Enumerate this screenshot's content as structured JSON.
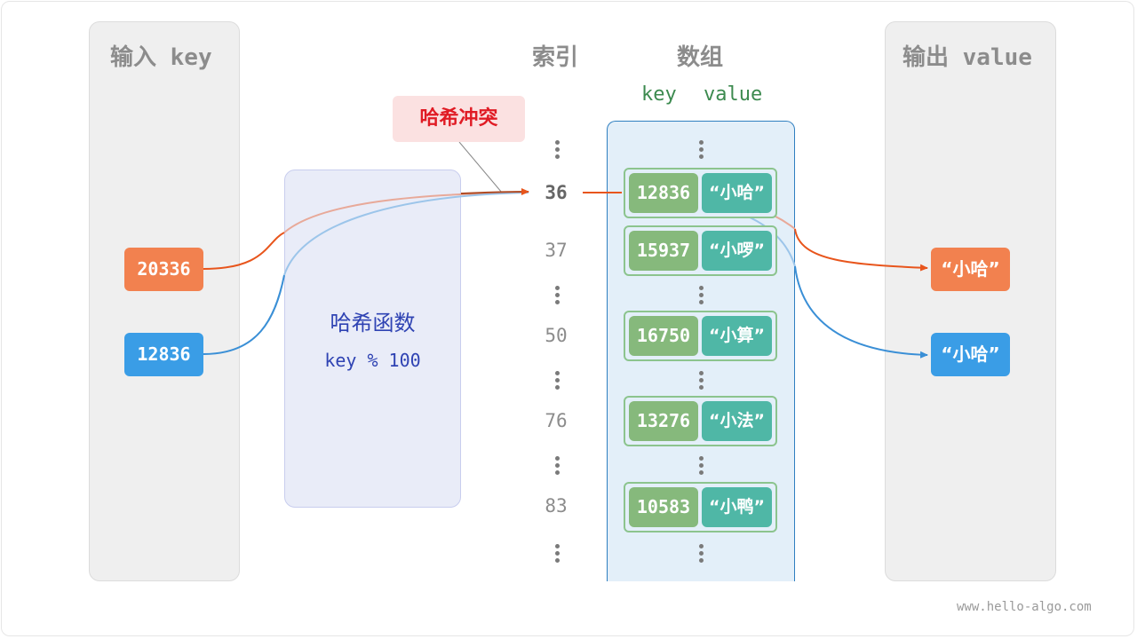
{
  "input_panel": {
    "title": "输入 key",
    "keys": [
      "20336",
      "12836"
    ]
  },
  "output_panel": {
    "title": "输出 value",
    "values": [
      "“小哈”",
      "“小哈”"
    ]
  },
  "hash_function": {
    "name": "哈希函数",
    "formula": "key % 100"
  },
  "collision_label": "哈希冲突",
  "columns": {
    "index": "索引",
    "array": "数组",
    "key": "key",
    "value": "value"
  },
  "indices": [
    "36",
    "37",
    "50",
    "76",
    "83"
  ],
  "buckets": [
    {
      "key": "12836",
      "value": "“小哈”"
    },
    {
      "key": "15937",
      "value": "“小啰”"
    },
    {
      "key": "16750",
      "value": "“小算”"
    },
    {
      "key": "13276",
      "value": "“小法”"
    },
    {
      "key": "10583",
      "value": "“小鸭”"
    }
  ],
  "colors": {
    "orange": "#f2814f",
    "blue": "#3a9de6",
    "collision_red": "#e01b24",
    "key_green": "#86b97c",
    "value_teal": "#4fb7a6"
  },
  "watermark": "www.hello-algo.com"
}
